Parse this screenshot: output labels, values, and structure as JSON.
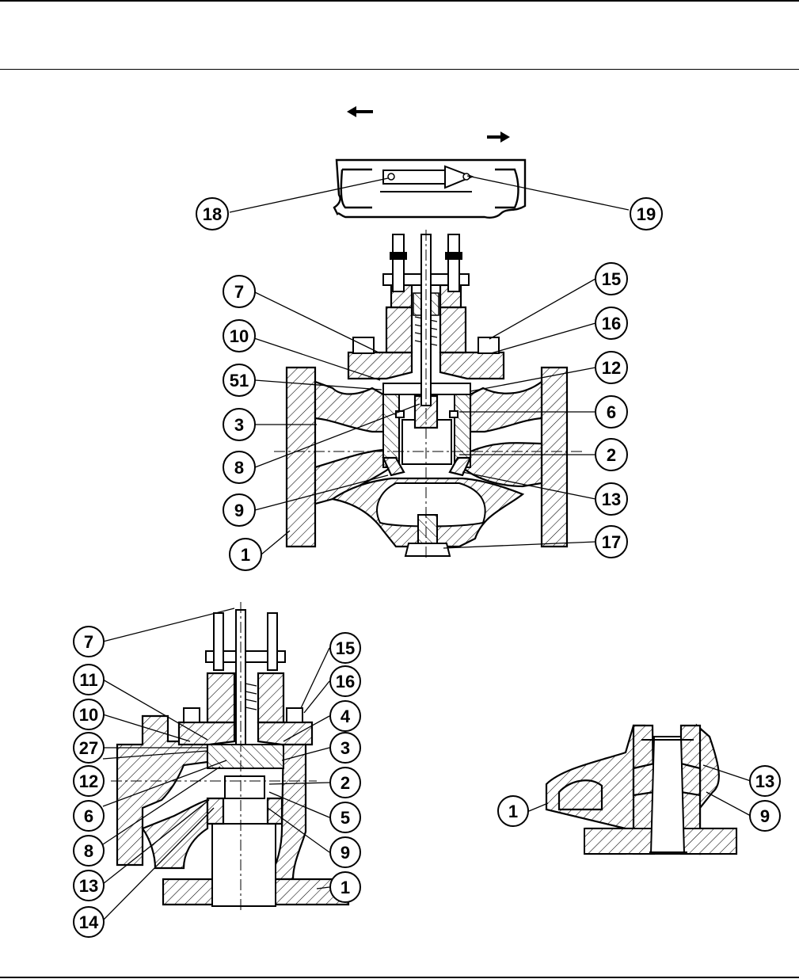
{
  "callouts": {
    "top": [
      "18",
      "19"
    ],
    "main": [
      "7",
      "10",
      "51",
      "3",
      "8",
      "9",
      "1",
      "15",
      "16",
      "12",
      "6",
      "2",
      "13",
      "17"
    ],
    "angle": [
      "7",
      "11",
      "10",
      "27",
      "12",
      "6",
      "8",
      "13",
      "14",
      "15",
      "16",
      "4",
      "3",
      "2",
      "5",
      "9",
      "1"
    ],
    "detail": [
      "1",
      "13",
      "9"
    ]
  },
  "flow_arrows": [
    "left-arrow",
    "right-arrow"
  ],
  "colors": {
    "ink": "#000000",
    "paper": "#ffffff"
  }
}
